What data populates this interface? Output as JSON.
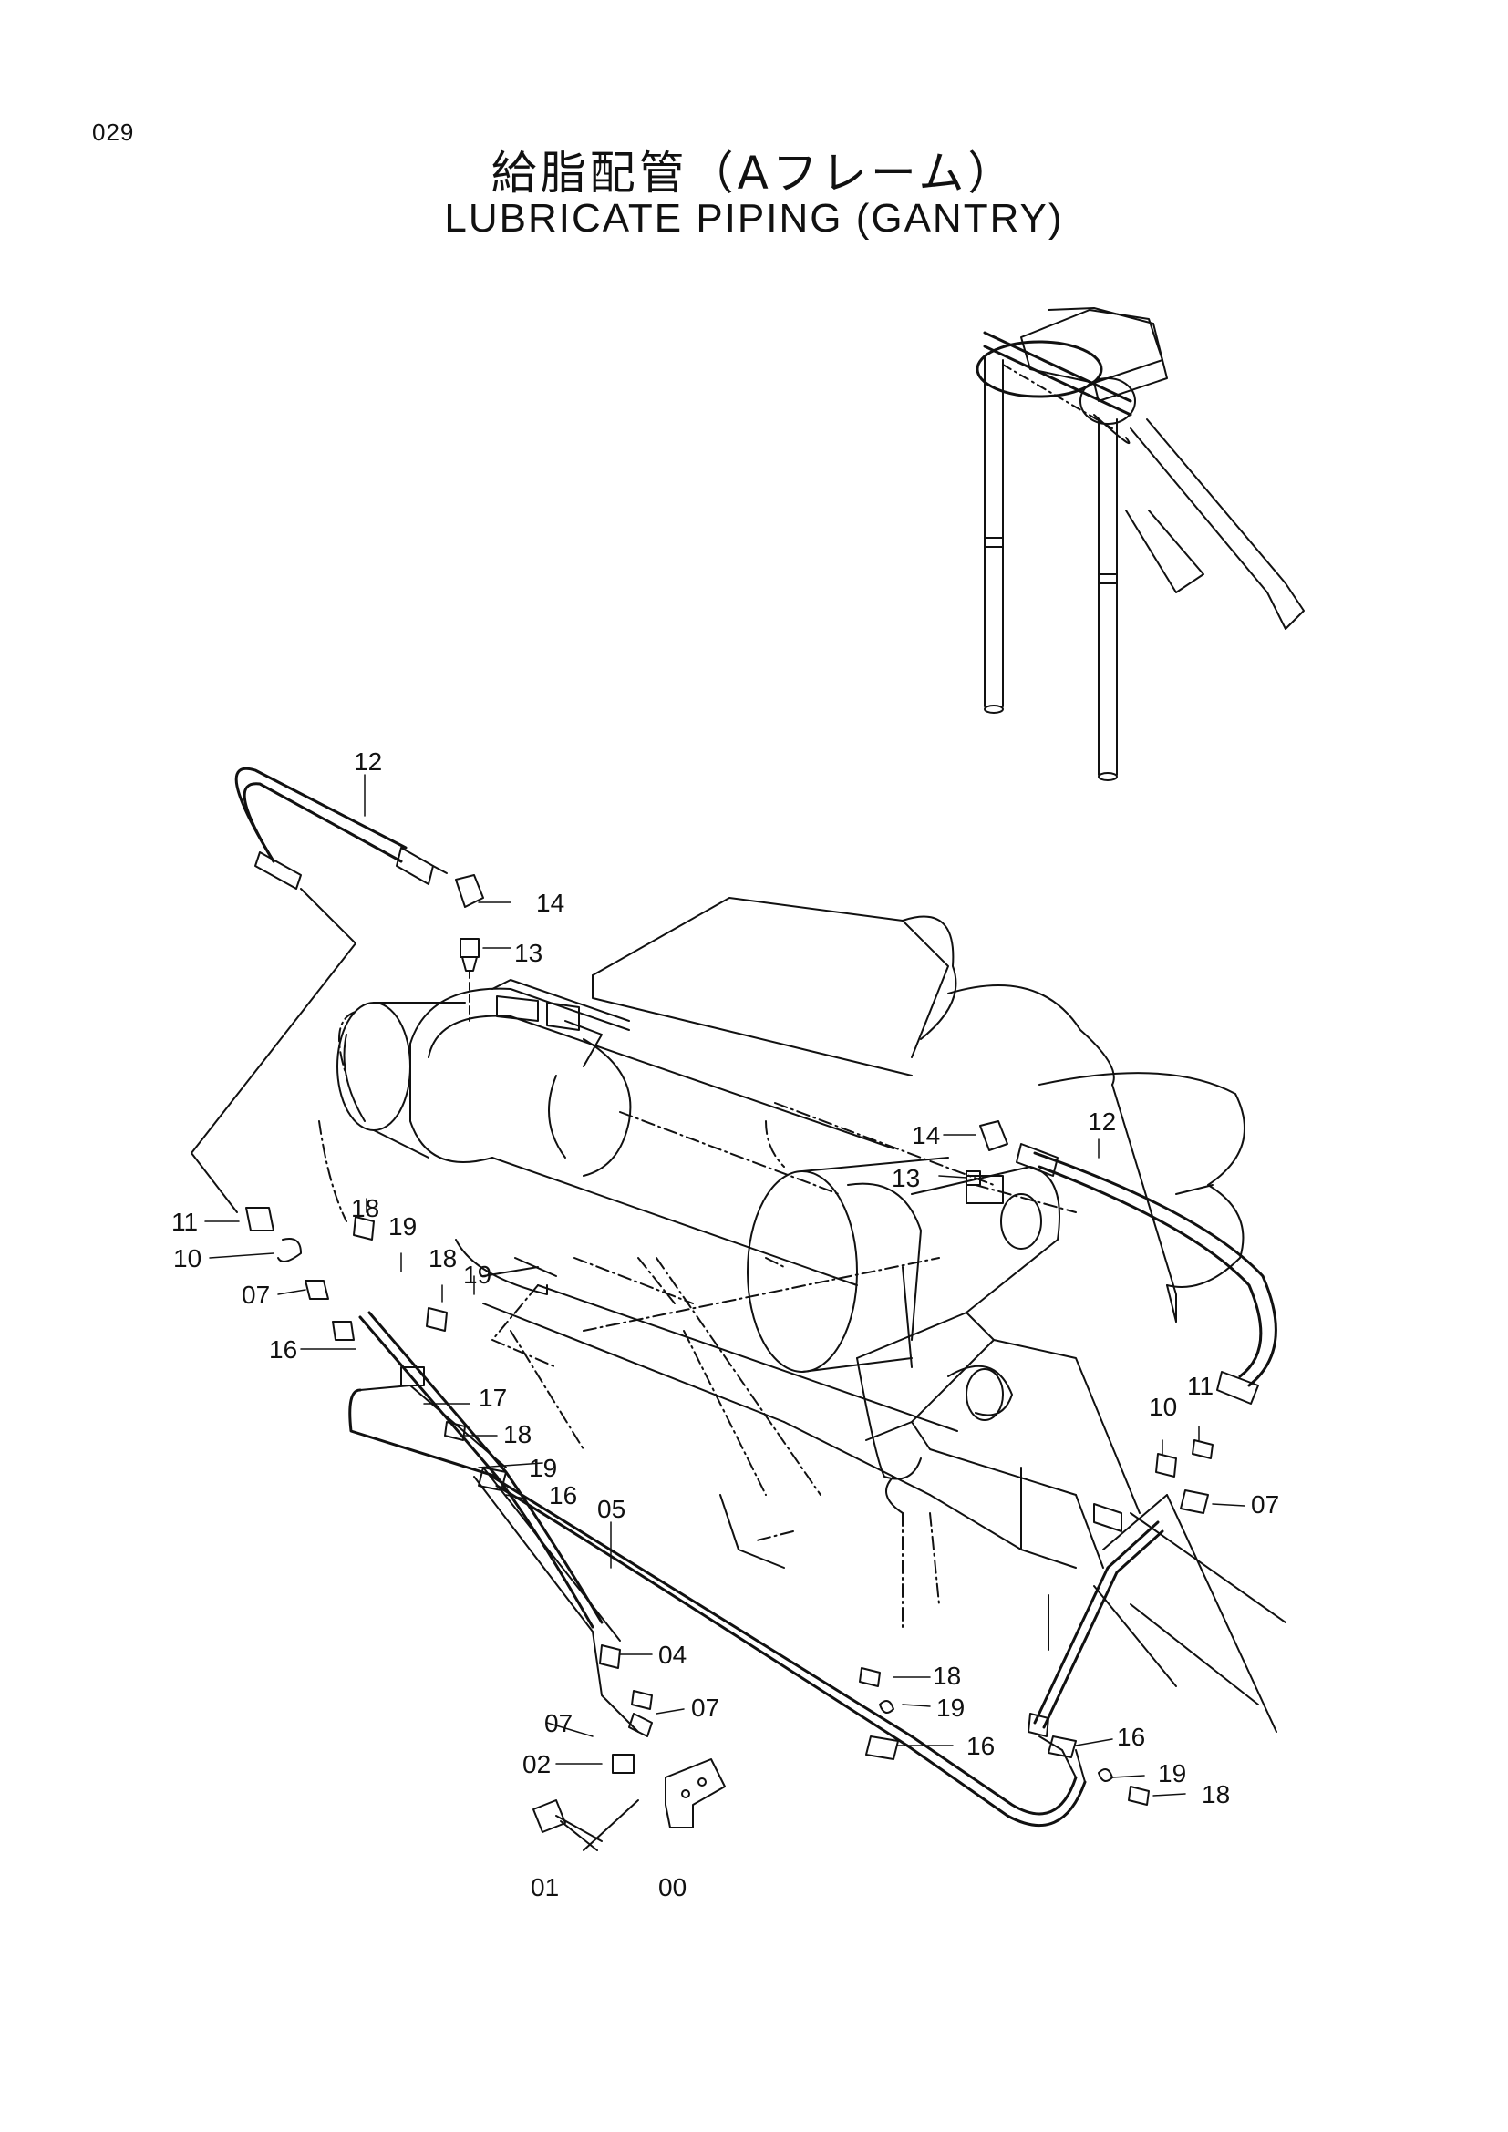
{
  "header": {
    "page_number": "029",
    "title_jp": "給脂配管（Aフレーム）",
    "title_en": "LUBRICATE PIPING (GANTRY)"
  },
  "callouts": [
    {
      "id": "c12a",
      "text": "12"
    },
    {
      "id": "c14a",
      "text": "14"
    },
    {
      "id": "c13a",
      "text": "13"
    },
    {
      "id": "c14b",
      "text": "14"
    },
    {
      "id": "c12b",
      "text": "12"
    },
    {
      "id": "c13b",
      "text": "13"
    },
    {
      "id": "c11a",
      "text": "11"
    },
    {
      "id": "c10a",
      "text": "10"
    },
    {
      "id": "c07a",
      "text": "07"
    },
    {
      "id": "c18a",
      "text": "18"
    },
    {
      "id": "c19a",
      "text": "19"
    },
    {
      "id": "c18b",
      "text": "18"
    },
    {
      "id": "c19b",
      "text": "19"
    },
    {
      "id": "c16a",
      "text": "16"
    },
    {
      "id": "c17",
      "text": "17"
    },
    {
      "id": "c18c",
      "text": "18"
    },
    {
      "id": "c19c",
      "text": "19"
    },
    {
      "id": "c16b",
      "text": "16"
    },
    {
      "id": "c05",
      "text": "05"
    },
    {
      "id": "c04",
      "text": "04"
    },
    {
      "id": "c07b",
      "text": "07"
    },
    {
      "id": "c07c",
      "text": "07"
    },
    {
      "id": "c02",
      "text": "02"
    },
    {
      "id": "c01",
      "text": "01"
    },
    {
      "id": "c00",
      "text": "00"
    },
    {
      "id": "c18d",
      "text": "18"
    },
    {
      "id": "c19d",
      "text": "19"
    },
    {
      "id": "c16c",
      "text": "16"
    },
    {
      "id": "c16d",
      "text": "16"
    },
    {
      "id": "c19e",
      "text": "19"
    },
    {
      "id": "c18e",
      "text": "18"
    },
    {
      "id": "c10b",
      "text": "10"
    },
    {
      "id": "c11b",
      "text": "11"
    },
    {
      "id": "c07d",
      "text": "07"
    }
  ]
}
